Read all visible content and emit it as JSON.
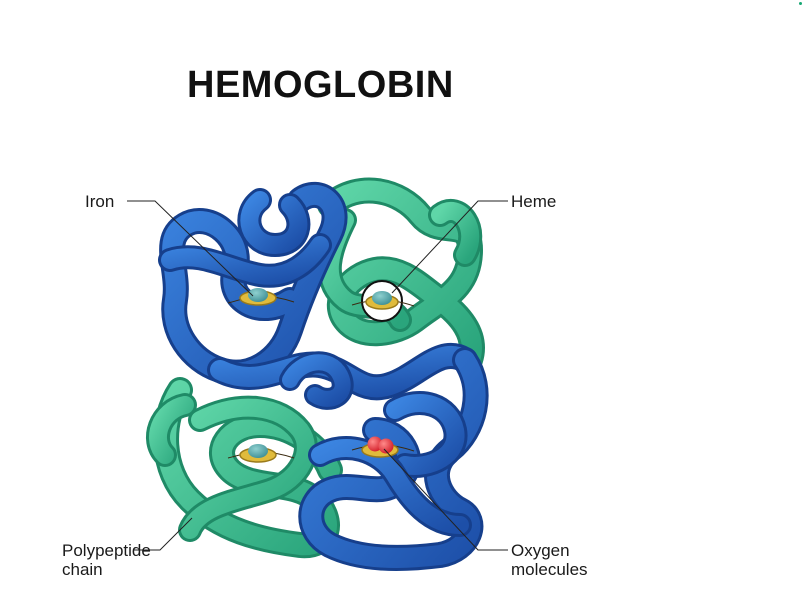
{
  "title": "HEMOGLOBIN",
  "labels": {
    "iron": "Iron",
    "heme": "Heme",
    "polypeptide_line1": "Polypeptide",
    "polypeptide_line2": "chain",
    "oxygen_line1": "Oxygen",
    "oxygen_line2": "molecules"
  },
  "colors": {
    "blue_chain": "#2a62c2",
    "green_chain": "#3dbf93",
    "heme_ring": "#d9b23a",
    "iron": "#4fa3a8",
    "oxygen": "#e8343c",
    "corner_dot": "#18a874"
  }
}
